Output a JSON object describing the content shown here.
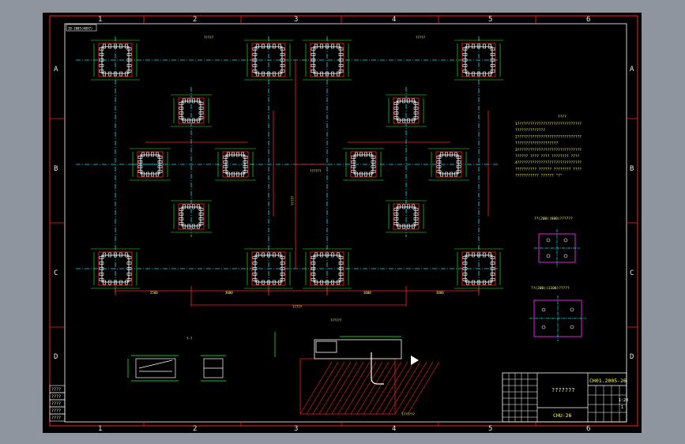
{
  "drawing": {
    "stamp": "2B-2005(40X7)",
    "notes_title": "????",
    "notes": [
      "1??????????????????????????????",
      "??????????????",
      "2??????????????????????????????",
      "????????????????????",
      "3??????????????????????????????",
      "?????? ???? ????    ???????? ????",
      "4??????????????????????????????",
      "?????????? ??????  ???????? ????",
      "??????????? ?????? \"?\""
    ],
    "detail_title_1": "??(200)(600)??????",
    "detail_title_2": "??(200)(1100)?????",
    "section_label": "?-?",
    "center_label": "??????",
    "pit_label": "??????",
    "bolt_label": "???????",
    "dims": {
      "top_a": "?????",
      "left_total": "2500",
      "mid_total": "3000",
      "right_total": "3000",
      "far_right": "3000",
      "grand_total": "?????",
      "col_h": "?????"
    },
    "zones": {
      "columns": [
        "1",
        "2",
        "3",
        "4",
        "5",
        "6"
      ],
      "rows": [
        "A",
        "B",
        "C",
        "D"
      ]
    },
    "titleblock": {
      "drawing_no": "CH01.2005-26",
      "name": "???????",
      "code": "CHU-26",
      "scale": "1:20",
      "sheet": "1"
    },
    "left_stack": [
      "????",
      "????",
      "????",
      "????",
      "????"
    ]
  }
}
